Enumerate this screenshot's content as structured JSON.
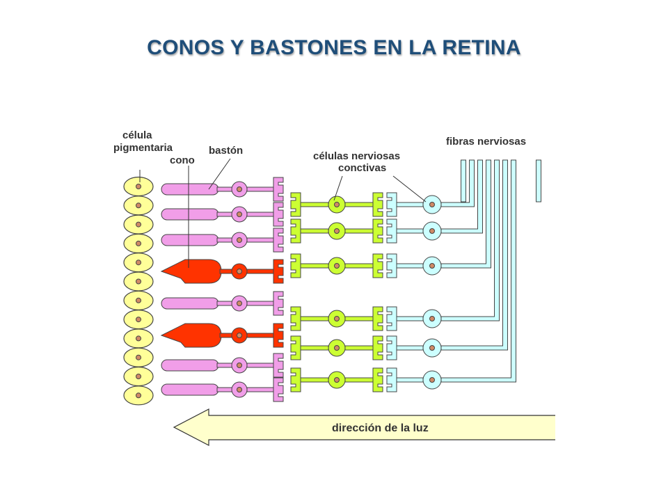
{
  "title": "CONOS Y BASTONES EN LA RETINA",
  "labels": {
    "pigment_cell_line1": "célula",
    "pigment_cell_line2": "pigmentaria",
    "rod": "bastón",
    "cone": "cono",
    "nerve_cells_line1": "células nerviosas",
    "nerve_cells_line2": "conctivas",
    "nerve_fibers": "fibras nerviosas",
    "light_direction": "dirección de la luz"
  },
  "photoreceptors": [
    "rod",
    "rod",
    "rod",
    "cone",
    "rod",
    "cone",
    "rod",
    "rod"
  ],
  "colors": {
    "title": "#1f4e79",
    "pigment_cell": "#ffff99",
    "rod": "#f19ee8",
    "cone": "#ff3300",
    "bipolar_cell": "#ccff33",
    "ganglion_cell": "#ccffff",
    "nucleus": "#d08a66",
    "light_arrow": "#ffffcc"
  }
}
